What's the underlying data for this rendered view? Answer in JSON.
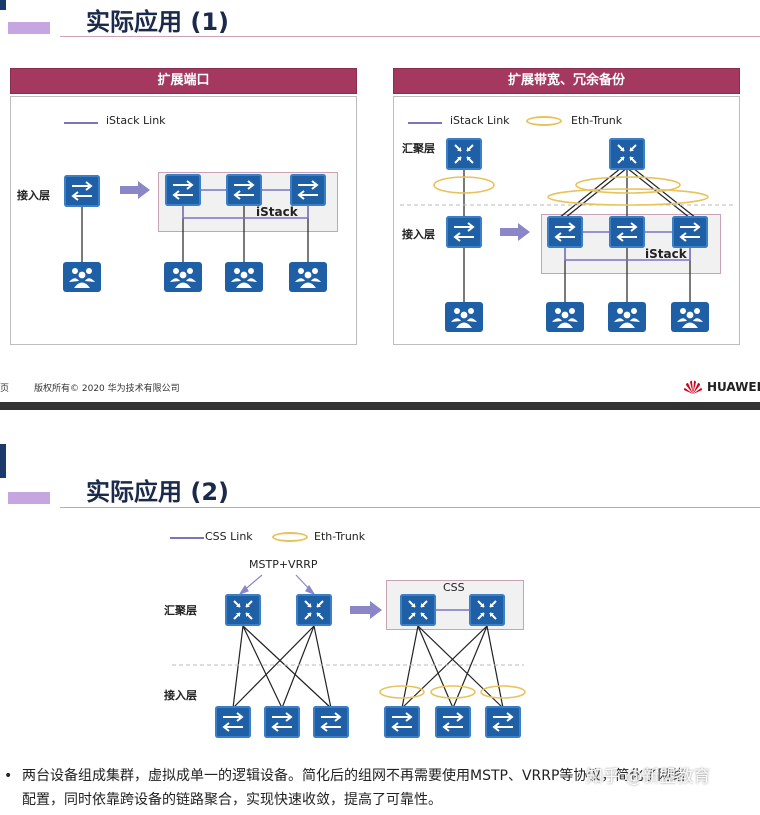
{
  "slide1": {
    "title": "实际应用 (1)",
    "panel_left_title": "扩展端口",
    "panel_right_title": "扩展带宽、冗余备份",
    "legend_istack": "iStack Link",
    "legend_eth": "Eth-Trunk",
    "access_layer": "接入层",
    "aggregation_layer": "汇聚层",
    "stack_label": "iStack",
    "footer_page": "页",
    "footer_copyright": "版权所有© 2020 华为技术有限公司",
    "footer_brand": "HUAWEI"
  },
  "slide2": {
    "title": "实际应用 (2)",
    "legend_css": "CSS Link",
    "legend_eth": "Eth-Trunk",
    "protocol_label": "MSTP+VRRP",
    "aggregation_layer": "汇聚层",
    "access_layer": "接入层",
    "css_label": "CSS",
    "bullet_line1": "两台设备组成集群，虚拟成单一的逻辑设备。简化后的组网不再需要使用MSTP、VRRP等协议，简化了网络",
    "bullet_line2": "配置，同时依靠跨设备的链路聚合，实现快速收敛，提高了可靠性。",
    "watermark": "知乎 @新盟教育"
  },
  "colors": {
    "accent": "#a5385f",
    "device": "#1f5fa5",
    "istack_link": "#7b74c0",
    "eth_trunk": "#e8c25a"
  }
}
